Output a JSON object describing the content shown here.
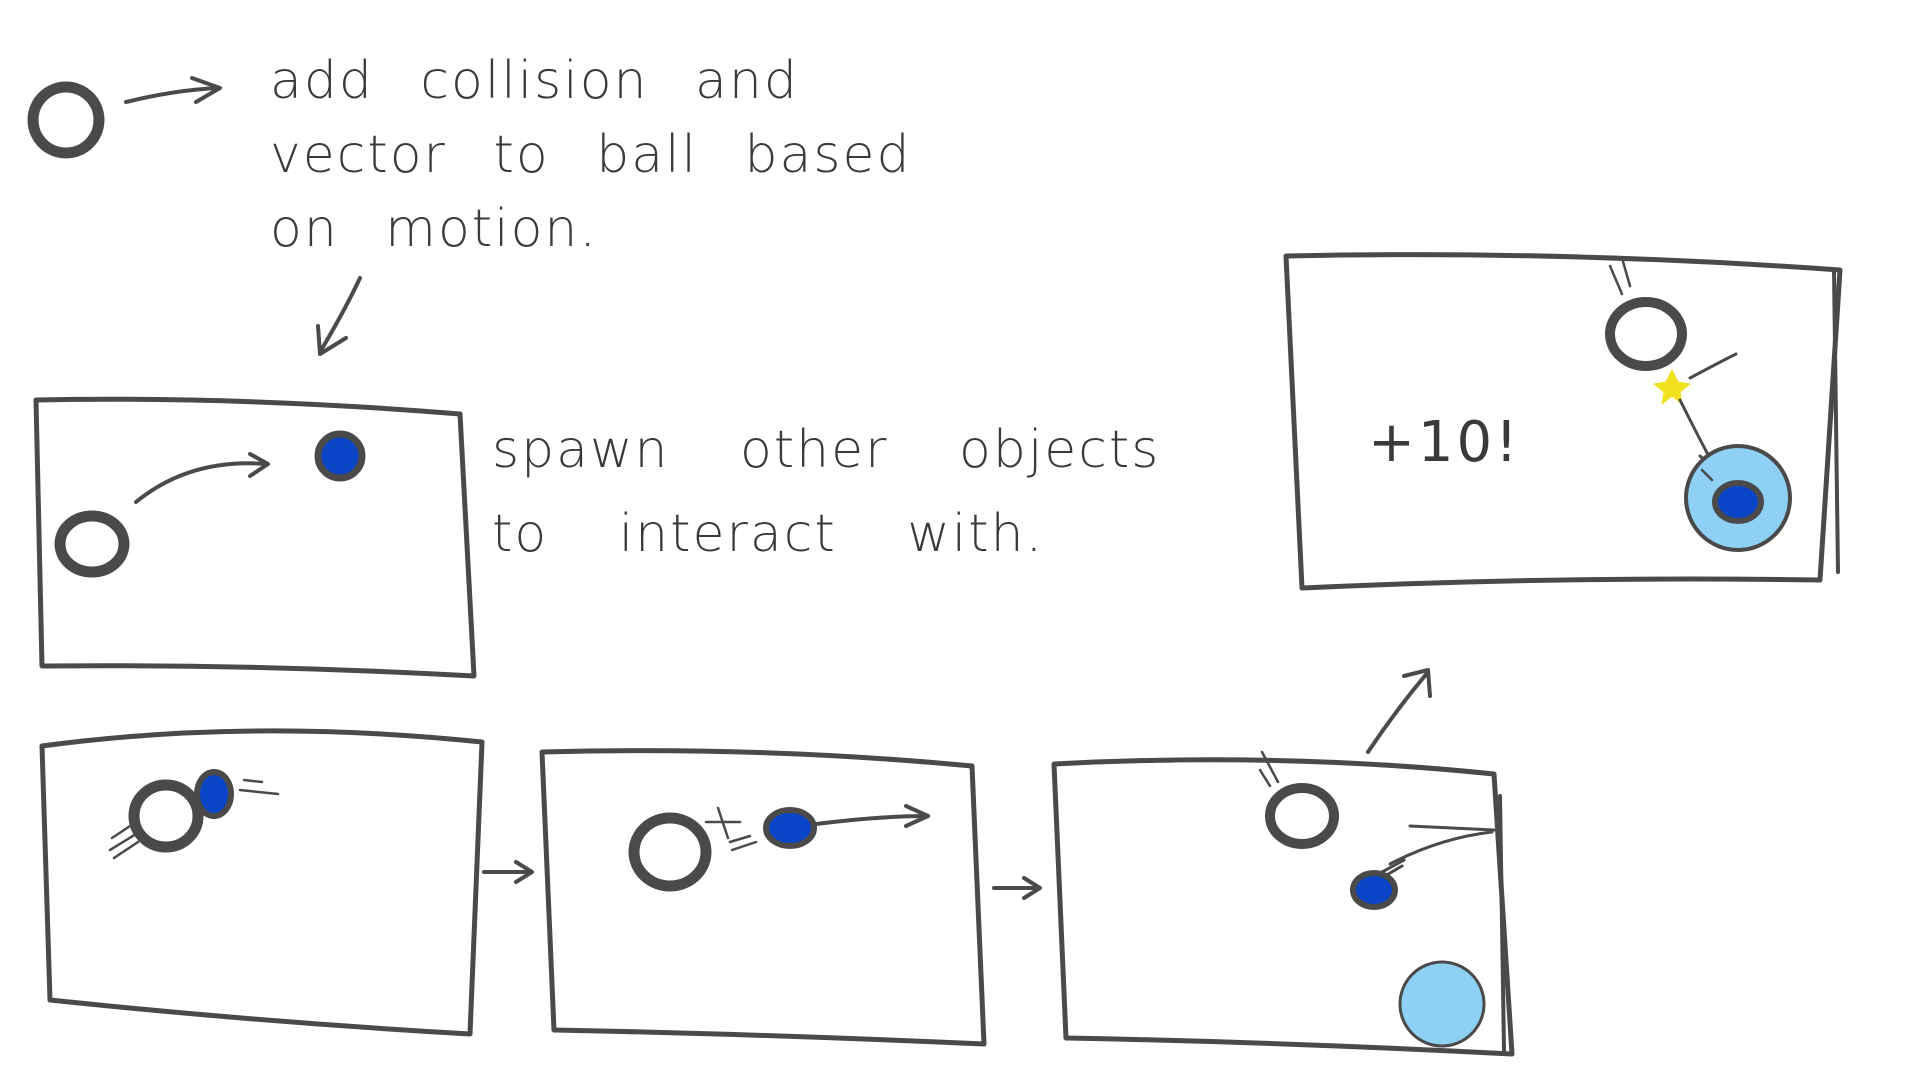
{
  "notes": {
    "collision": {
      "line1": "add  collision  and",
      "line2": "vector  to  ball  based",
      "line3": "on  motion."
    },
    "spawn": {
      "line1": "spawn  other  objects",
      "line2": "to  interact  with."
    }
  },
  "score_text": "+10!",
  "colors": {
    "ink": "#4a4a4a",
    "ball_blue": "#0a45c8",
    "target_light_blue": "#8fd0f5",
    "spark_yellow": "#f2e11e",
    "background": "#ffffff"
  }
}
